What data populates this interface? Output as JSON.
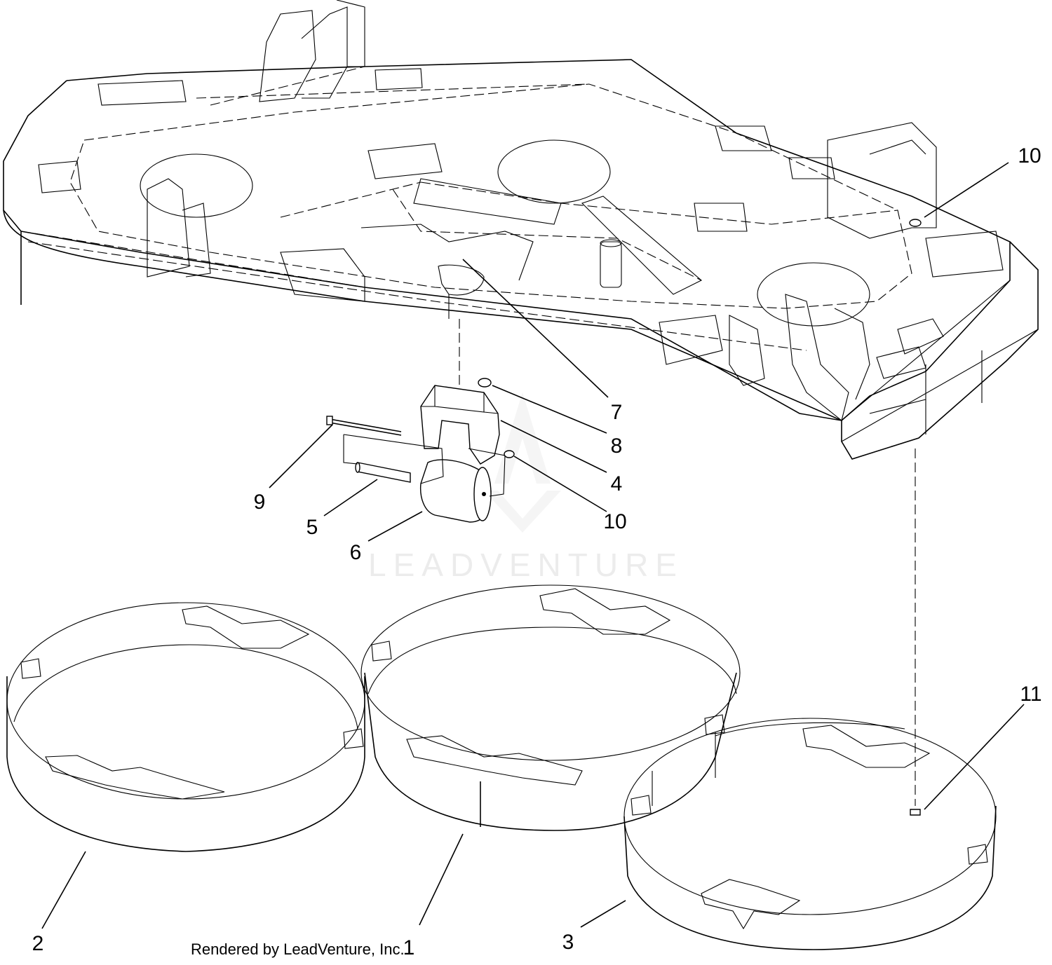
{
  "diagram": {
    "watermark": "LEADVENTURE",
    "credit": "Rendered by LeadVenture, Inc.",
    "callouts": [
      {
        "id": "c10a",
        "label": "10"
      },
      {
        "id": "c7",
        "label": "7"
      },
      {
        "id": "c8",
        "label": "8"
      },
      {
        "id": "c4",
        "label": "4"
      },
      {
        "id": "c9",
        "label": "9"
      },
      {
        "id": "c10b",
        "label": "10"
      },
      {
        "id": "c5",
        "label": "5"
      },
      {
        "id": "c6",
        "label": "6"
      },
      {
        "id": "c11",
        "label": "11"
      },
      {
        "id": "c2",
        "label": "2"
      },
      {
        "id": "c1",
        "label": "1"
      },
      {
        "id": "c3",
        "label": "3"
      }
    ]
  }
}
